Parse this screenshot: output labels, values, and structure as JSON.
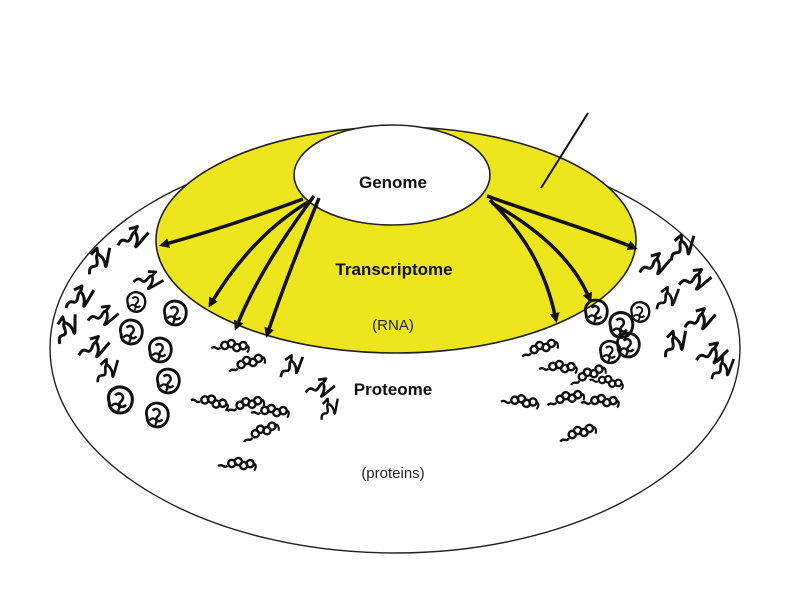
{
  "labels": {
    "genome": "Genome",
    "transcriptome": "Transcriptome",
    "rna": "(RNA)",
    "proteome": "Proteome",
    "proteins": "(proteins)"
  },
  "colors": {
    "transcriptome_fill": "#ece51d",
    "outline": "#111111",
    "background": "#ffffff"
  },
  "icons": {
    "globular_protein": "globular-protein-icon",
    "squiggle_protein": "squiggle-protein-icon",
    "chain_protein": "chain-protein-icon"
  }
}
